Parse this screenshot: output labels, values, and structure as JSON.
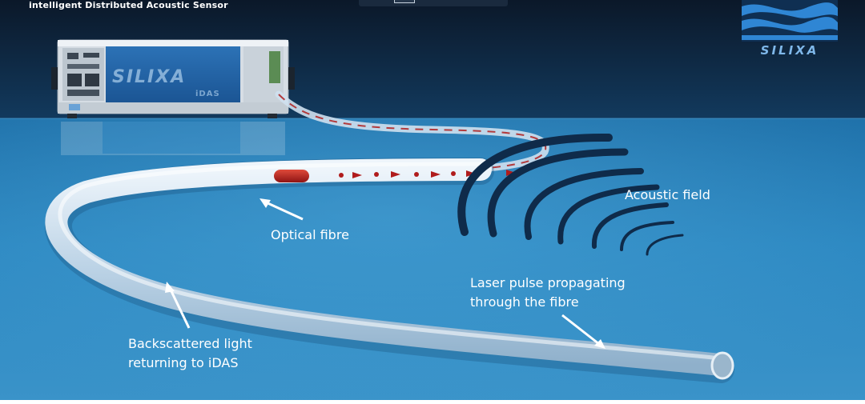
{
  "header": {
    "subtitle": "intelligent Distributed Acoustic Sensor"
  },
  "logo": {
    "text": "SILIXA"
  },
  "device": {
    "brand": "SILIXA",
    "model": "iDAS"
  },
  "labels": {
    "acoustic_field": "Acoustic field",
    "optical_fibre": "Optical fibre",
    "laser_pulse_line1": "Laser pulse propagating",
    "laser_pulse_line2": "through the fibre",
    "backscattered_line1": "Backscattered light",
    "backscattered_line2": "returning to iDAS"
  },
  "colors": {
    "background_top": "#0b1b30",
    "background_floor": "#2b88c2",
    "fibre": "#cfe1ef",
    "pulse": "#b01c1c",
    "acoustic_wave": "#0f2b4a",
    "device_panel": "#1f5ea0",
    "logo": "#2f86d4"
  }
}
